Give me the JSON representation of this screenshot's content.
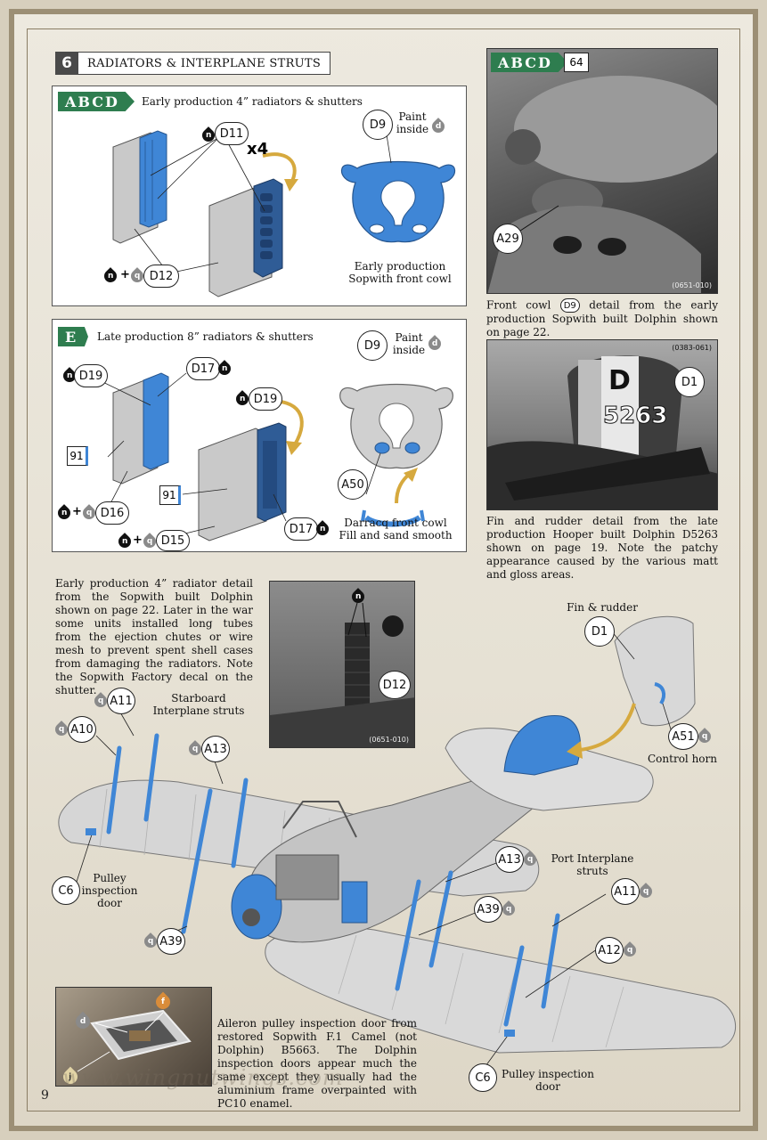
{
  "step": {
    "number": "6",
    "title": "RADIATORS & INTERPLANE STRUTS"
  },
  "panel_early": {
    "badge": "ABCD",
    "caption": "Early production 4” radiators & shutters",
    "mult": "x4",
    "cowl_caption_line1": "Early production",
    "cowl_caption_line2": "Sopwith front cowl",
    "paint_line1": "Paint",
    "paint_line2": "inside",
    "callouts": {
      "d11": "D11",
      "d12": "D12",
      "d9": "D9"
    },
    "drops": {
      "n": "n",
      "q": "q",
      "d": "d"
    },
    "plus": "+"
  },
  "panel_late": {
    "badge": "E",
    "caption": "Late production 8” radiators & shutters",
    "cowl_caption_line1": "Darracq front cowl",
    "cowl_caption_line2": "Fill and sand smooth",
    "paint_line1": "Paint",
    "paint_line2": "inside",
    "callouts": {
      "d19a": "D19",
      "d17a": "D17",
      "d19b": "D19",
      "d16": "D16",
      "d15": "D15",
      "d17b": "D17",
      "d9": "D9",
      "a50": "A50"
    },
    "decal_91": "91",
    "plus": "+"
  },
  "photo1": {
    "badge": "ABCD",
    "badge_num": "64",
    "callout": "A29",
    "code": "(0651-010)",
    "caption_pre": "Front cowl",
    "caption_ref": "D9",
    "caption_post": "detail from the early production Sopwith built Dolphin shown on page 22."
  },
  "photo2": {
    "code": "(0383-061)",
    "callout": "D1",
    "marking_d": "D",
    "marking_num": "5263",
    "caption": "Fin and rudder detail from the late production Hooper built Dolphin D5263 shown on page 19. Note the patchy appearance caused by the various matt and gloss areas."
  },
  "text_radiator": "Early production 4” radiator detail from the Sopwith built Dolphin shown on page 22. Later in the war some units installed long tubes from the ejection chutes or wire mesh to prevent spent shell cases from damaging the radiators. Note the Sopwith Factory decal on the shutter.",
  "photo3": {
    "callout_n": "n",
    "callout": "D12",
    "code": "(0651-010)"
  },
  "assembly": {
    "fin_label": "Fin & rudder",
    "d1": "D1",
    "a51": "A51",
    "control_horn": "Control horn",
    "starboard_line1": "Starboard",
    "starboard_line2": "Interplane struts",
    "port_line1": "Port Interplane",
    "port_line2": "struts",
    "a11s": "A11",
    "a10": "A10",
    "a13s": "A13",
    "a39s": "A39",
    "a13p": "A13",
    "a39p": "A39",
    "a11p": "A11",
    "a12": "A12",
    "c6s": "C6",
    "c6p": "C6",
    "pulley_s_l1": "Pulley",
    "pulley_s_l2": "inspection",
    "pulley_s_l3": "door",
    "pulley_p_l1": "Pulley inspection",
    "pulley_p_l2": "door"
  },
  "photo4": {
    "d": "d",
    "f": "f",
    "j": "j"
  },
  "text_aileron": "Aileron pulley inspection door from restored Sopwith F.1 Camel (not Dolphin) B5663. The Dolphin inspection doors appear much the same except they usually had the aluminium frame overpainted with PC10 enamel.",
  "watermark": "www.wingnutwings.com",
  "page_number": "9",
  "colors": {
    "blue": "#3f86d6",
    "badge_green": "#2e7d4f",
    "grey_drop": "#8a8a8a",
    "frame": "#9c8f75"
  }
}
